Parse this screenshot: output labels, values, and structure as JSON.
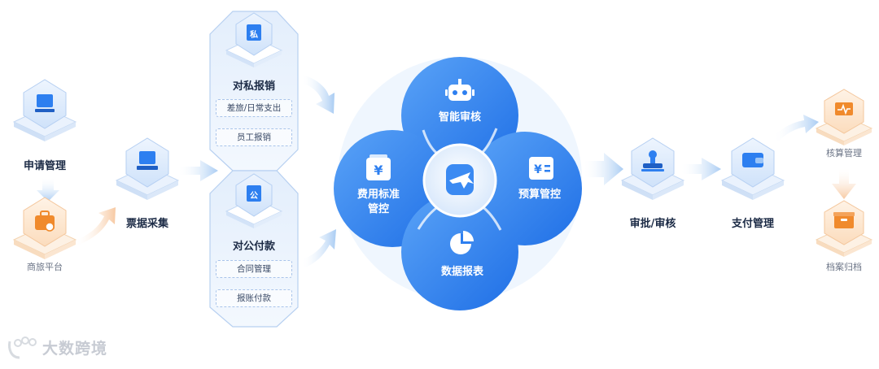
{
  "left_flow": {
    "apply": "申请管理",
    "travel_platform": "商旅平台",
    "invoice_collect": "票据采集"
  },
  "reimburse_private": {
    "title": "对私报销",
    "icon_char": "私",
    "items": [
      "差旅/日常支出",
      "员工报销"
    ]
  },
  "payment_public": {
    "title": "对公付款",
    "icon_char": "公",
    "items": [
      "合同管理",
      "报账付款"
    ]
  },
  "center": {
    "smart_audit": "智能审核",
    "budget_control": "预算管控",
    "data_report": "数据报表",
    "expense_standard": [
      "费用标准",
      "管控"
    ]
  },
  "right_flow": {
    "approval": "审批/审核",
    "payment": "支付管理",
    "verification": "核算管理",
    "archive": "档案归档"
  },
  "watermark": "大数跨境",
  "colors": {
    "primary_blue": "#2d7ff0",
    "light_blue": "#dbe9fb",
    "orange": "#f08a2c",
    "light_orange": "#fde4cc"
  }
}
